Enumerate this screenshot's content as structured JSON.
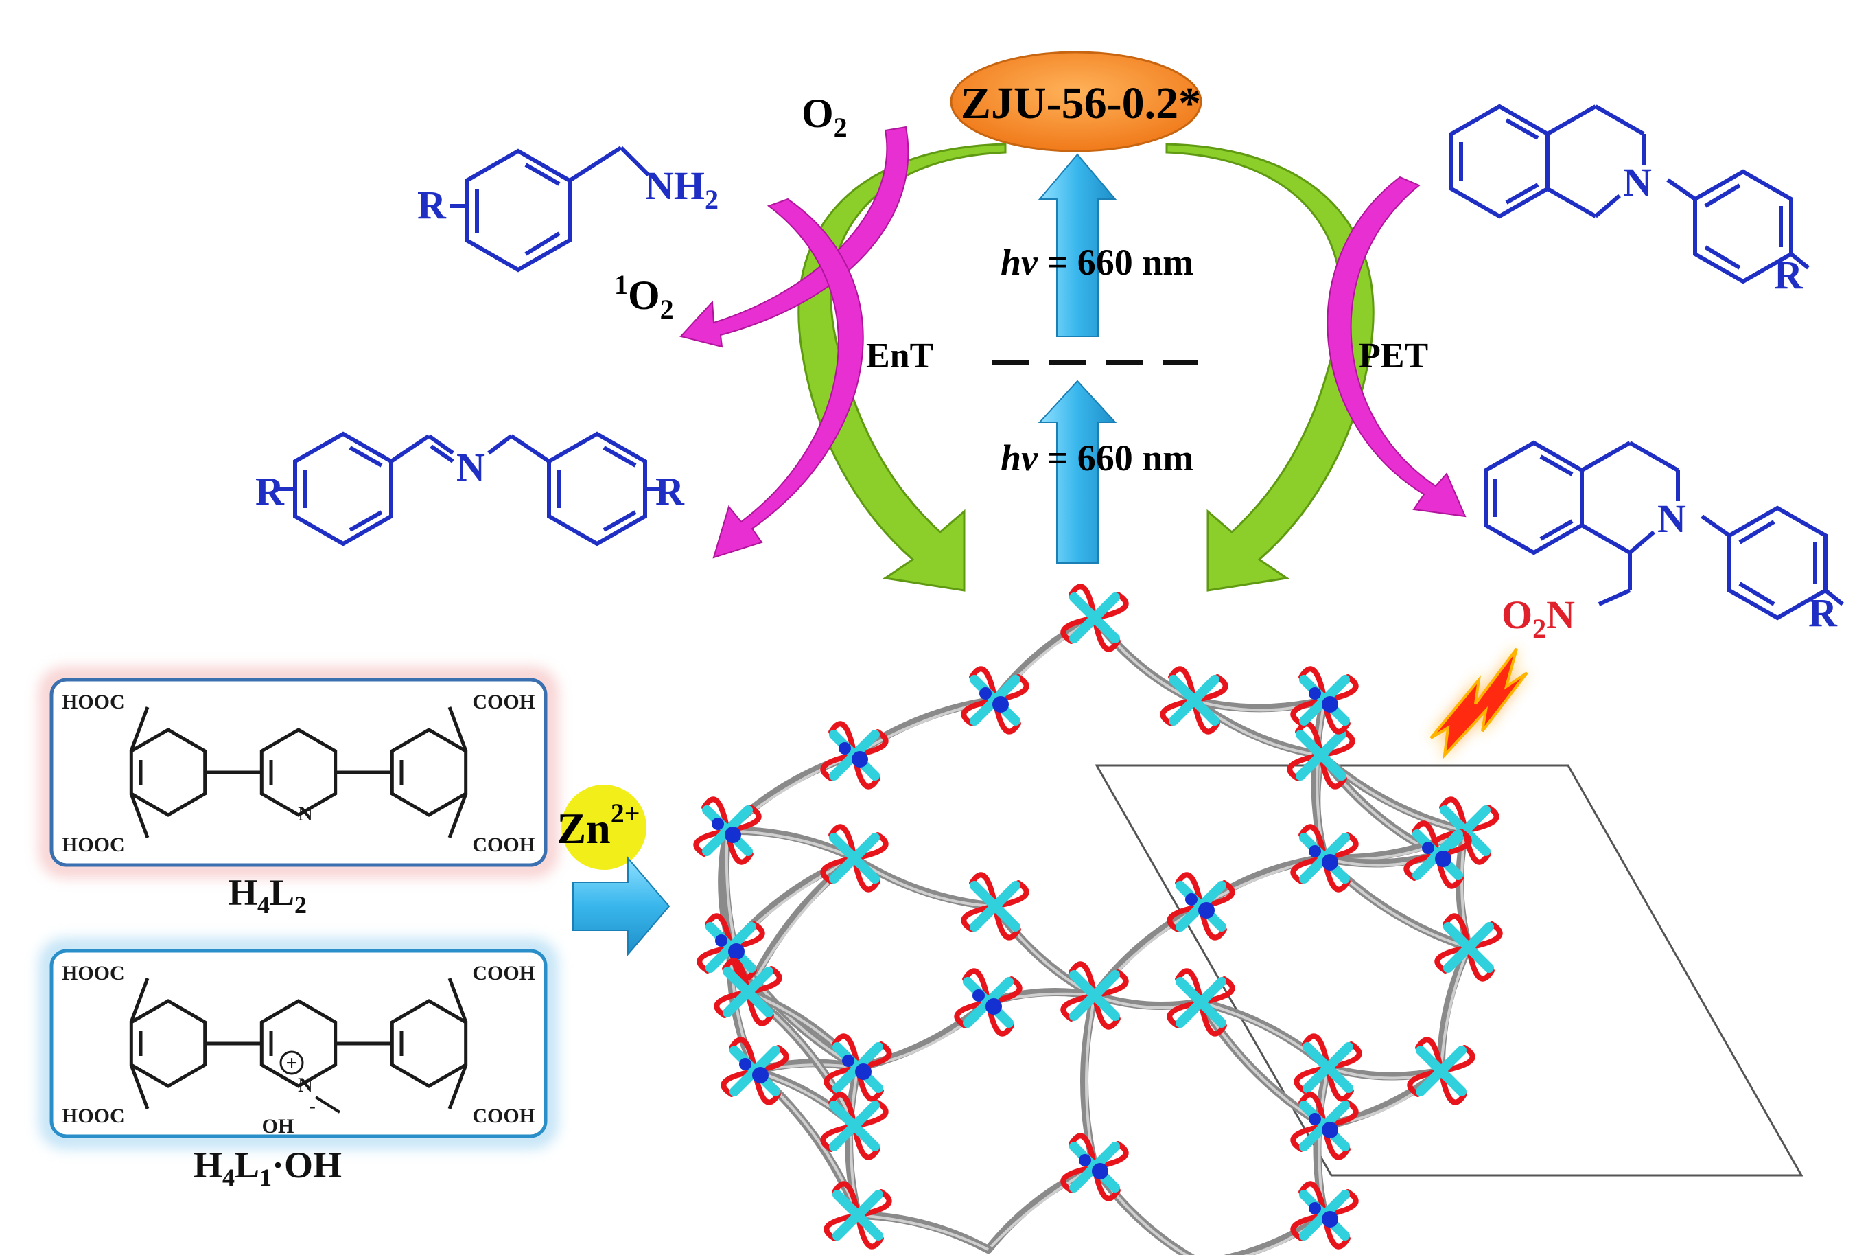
{
  "photocatalyst": {
    "label": "ZJU-56-0.2*"
  },
  "excitation": {
    "upper_label_prefix": "hv",
    "upper_label_value": " = 660 nm",
    "lower_label_prefix": "hv",
    "lower_label_value": " = 660 nm"
  },
  "mechanisms": {
    "left": "EnT",
    "right": "PET"
  },
  "oxygen": {
    "ground": "O",
    "ground_sub": "2",
    "singlet_sup": "1",
    "singlet": "O",
    "singlet_sub": "2"
  },
  "left_cycle": {
    "reactant_R": "R",
    "reactant_amine": "NH",
    "reactant_amine_sub": "2",
    "product_R_left": "R",
    "product_N": "N",
    "product_R_right": "R"
  },
  "right_cycle": {
    "reactant_N": "N",
    "reactant_R": "R",
    "product_N": "N",
    "product_R": "R",
    "product_nitro": "O",
    "product_nitro_sub": "2",
    "product_nitro_N": "N"
  },
  "linkers": [
    {
      "groups": [
        "HOOC",
        "COOH",
        "HOOC",
        "COOH"
      ],
      "ring_N": "N",
      "name_main": "H",
      "name_sub1": "4",
      "name_mid": "L",
      "name_sub2": "2",
      "name_tail": "",
      "border_color": "#3a6fb0",
      "glow_color": "#f4b6b6"
    },
    {
      "groups": [
        "HOOC",
        "COOH",
        "HOOC",
        "COOH"
      ],
      "ring_N": "N",
      "charge_plus": "+",
      "charge_minus": "-",
      "counterion": "OH",
      "name_main": "H",
      "name_sub1": "4",
      "name_mid": "L",
      "name_sub2": "1",
      "name_tail": "·OH",
      "border_color": "#2a8fc9",
      "glow_color": "#9fd4f2"
    }
  ],
  "metal": {
    "label": "Zn",
    "charge": "2+"
  },
  "colors": {
    "molecule_blue": "#1f2fc4",
    "nitro_red": "#e0202a",
    "arrow_green": "#8ccf2a",
    "arrow_magenta": "#e72fd2",
    "arrow_cyan": "#38b6ec",
    "catalyst_orange": "#f28c2a",
    "zn_yellow": "#f2ee1a",
    "framework_red": "#e8141c",
    "framework_grey": "#8a8a8a",
    "framework_cyan": "#30d0dc",
    "framework_blue": "#1530d0"
  }
}
